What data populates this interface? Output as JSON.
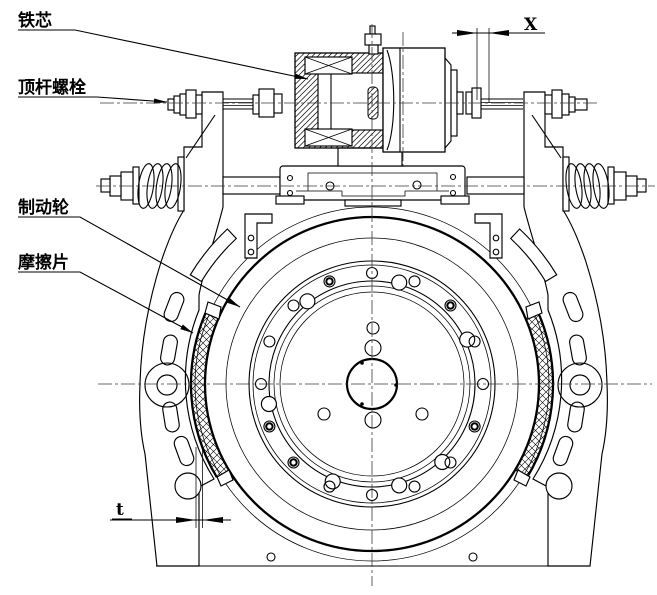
{
  "drawing": {
    "background": "#ffffff",
    "line_color": "#000000",
    "labels": {
      "iron_core": "铁芯",
      "push_rod_bolt": "顶杆螺栓",
      "brake_wheel": "制动轮",
      "friction_pad": "摩擦片"
    },
    "dimensions": {
      "armature_gap": "X",
      "pad_thickness": "t"
    }
  }
}
